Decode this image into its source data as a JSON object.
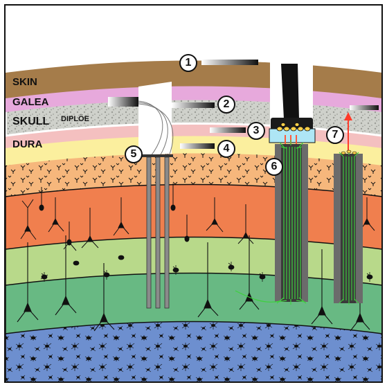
{
  "layers": {
    "skin": "SKIN",
    "galea": "GALEA",
    "skull": "SKULL",
    "diploe": "DIPLÖE",
    "dura": "DURA"
  },
  "markers": {
    "m1": "1",
    "m2": "2",
    "m3": "3",
    "m4": "4",
    "m5": "5",
    "m6": "6",
    "m7": "7"
  },
  "colors": {
    "skin": "#a57c4a",
    "galea": "#e7a9dc",
    "skull": "#d4d6d0",
    "dura": "#f4c0c0",
    "csf": "#fbef9e",
    "layer1": "#f6b77c",
    "layer23": "#f07f4e",
    "layer4": "#b8d98a",
    "layer5": "#68b983",
    "white_matter": "#6d8fcf",
    "probe": "#6b6b6b",
    "fiber": "#3dd13d"
  }
}
